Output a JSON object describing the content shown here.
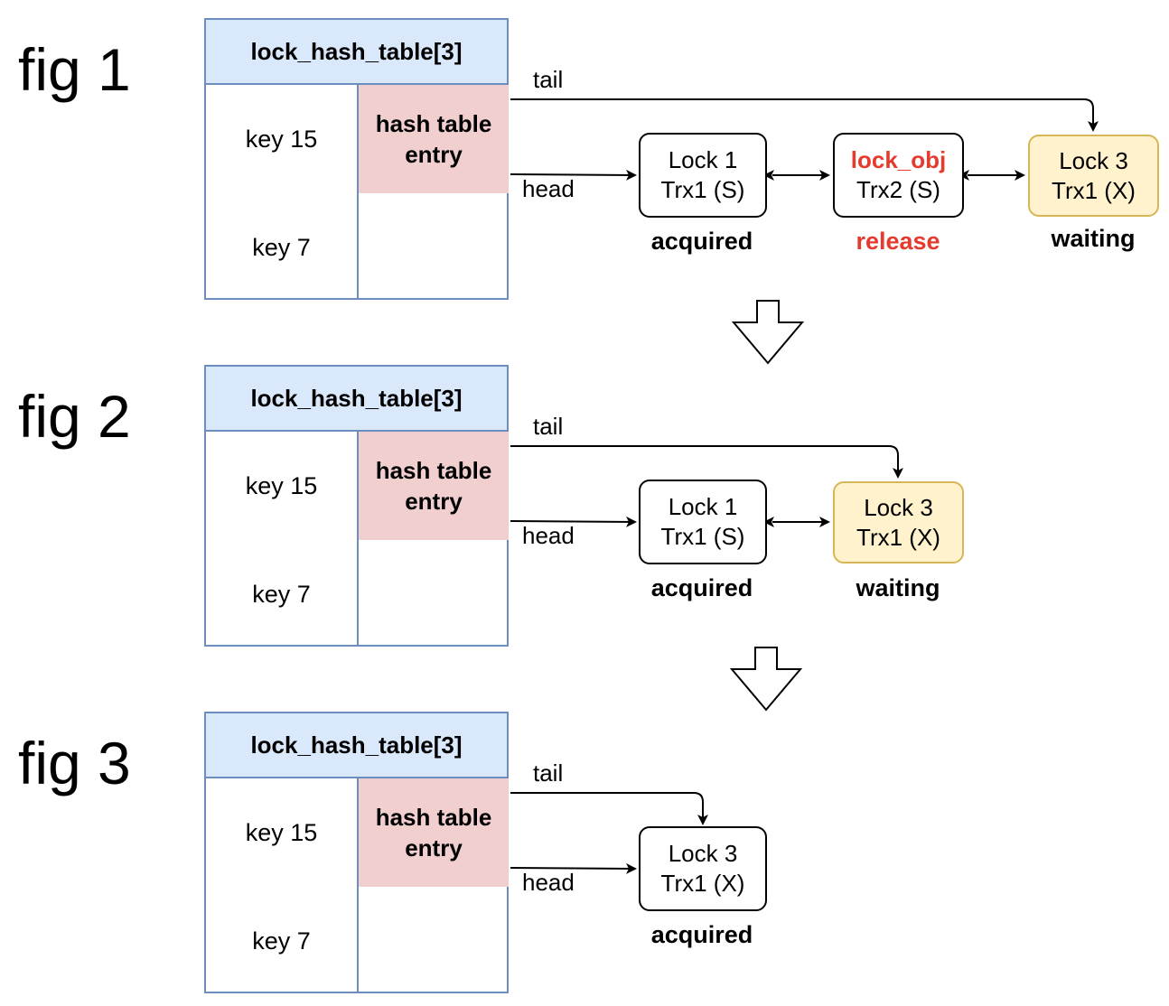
{
  "fig1": {
    "label": "fig 1",
    "table": {
      "title": "lock_hash_table[3]",
      "entry": [
        "hash table",
        "entry"
      ],
      "key_a": "key 15",
      "key_b": "key 7"
    },
    "tail": "tail",
    "head": "head",
    "locks": [
      {
        "line1": "Lock 1",
        "line2": "Trx1 (S)",
        "state": "acquired"
      },
      {
        "line1": "lock_obj",
        "line2": "Trx2 (S)",
        "state": "release"
      },
      {
        "line1": "Lock 3",
        "line2": "Trx1 (X)",
        "state": "waiting"
      }
    ]
  },
  "fig2": {
    "label": "fig 2",
    "table": {
      "title": "lock_hash_table[3]",
      "entry": [
        "hash table",
        "entry"
      ],
      "key_a": "key 15",
      "key_b": "key 7"
    },
    "tail": "tail",
    "head": "head",
    "locks": [
      {
        "line1": "Lock 1",
        "line2": "Trx1 (S)",
        "state": "acquired"
      },
      {
        "line1": "Lock 3",
        "line2": "Trx1 (X)",
        "state": "waiting"
      }
    ]
  },
  "fig3": {
    "label": "fig 3",
    "table": {
      "title": "lock_hash_table[3]",
      "entry": [
        "hash table",
        "entry"
      ],
      "key_a": "key 15",
      "key_b": "key 7"
    },
    "tail": "tail",
    "head": "head",
    "locks": [
      {
        "line1": "Lock 3",
        "line2": "Trx1 (X)",
        "state": "acquired"
      }
    ]
  },
  "colors": {
    "table_header": "#dae8fc",
    "table_border": "#6c8ebf",
    "entry_fill": "#f2cfcf",
    "waiting_fill": "#fff2cc",
    "waiting_border": "#d6b656",
    "released_text": "#e53a2e"
  }
}
